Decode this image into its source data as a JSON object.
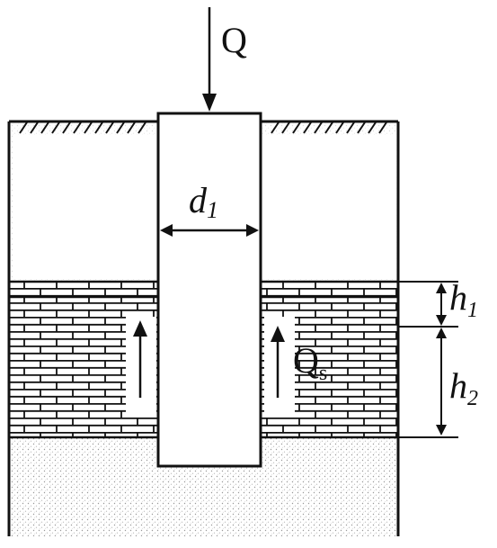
{
  "labels": {
    "load": "Q",
    "diameter_main": "d",
    "diameter_sub": "1",
    "side_force_main": "Q",
    "side_force_sub": "s",
    "h1_main": "h",
    "h1_sub": "1",
    "h2_main": "h",
    "h2_sub": "2"
  },
  "colors": {
    "ink": "#111111",
    "soil_stipple": "#9a9a9a",
    "background": "#ffffff"
  }
}
